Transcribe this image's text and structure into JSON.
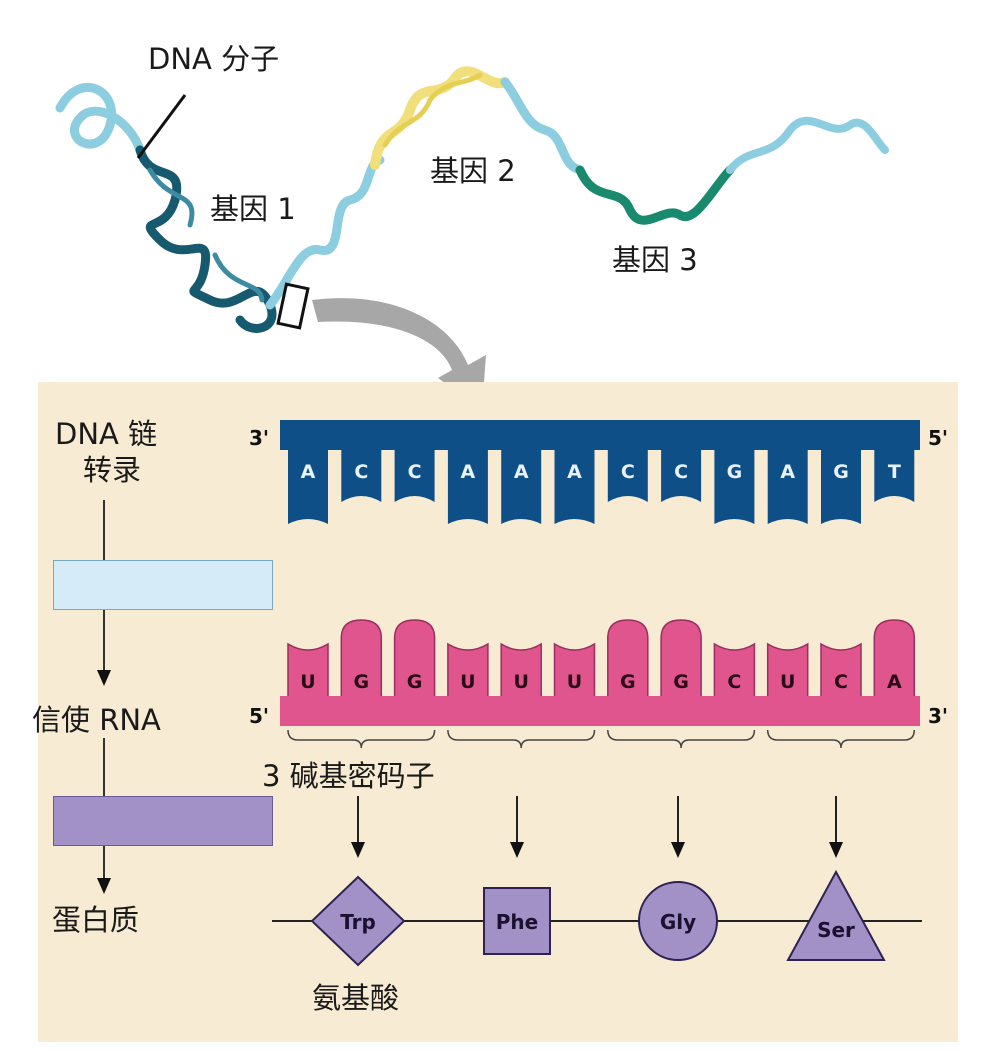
{
  "top_labels": {
    "dna_molecule": "DNA 分子",
    "gene1": "基因 1",
    "gene2": "基因 2",
    "gene3": "基因 3"
  },
  "flow_labels": {
    "dna_strand": "DNA 链",
    "transcription": "转录",
    "mrna": "信使 RNA",
    "protein": "蛋白质"
  },
  "dna_strand": {
    "left_end": "3'",
    "right_end": "5'",
    "bases": [
      "A",
      "C",
      "C",
      "A",
      "A",
      "A",
      "C",
      "C",
      "G",
      "A",
      "G",
      "T"
    ]
  },
  "mrna_strand": {
    "left_end": "5'",
    "right_end": "3'",
    "bases": [
      "U",
      "G",
      "G",
      "U",
      "U",
      "U",
      "G",
      "G",
      "C",
      "U",
      "C",
      "A"
    ]
  },
  "codon_label": "3 碱基密码子",
  "amino_acid_label": "氨基酸",
  "amino_acids": [
    {
      "name": "Trp",
      "shape": "diamond"
    },
    {
      "name": "Phe",
      "shape": "square"
    },
    {
      "name": "Gly",
      "shape": "circle"
    },
    {
      "name": "Ser",
      "shape": "triangle"
    }
  ],
  "colors": {
    "dna_dark": "#0f4f88",
    "mrna_pink": "#e0558e",
    "amino_purple": "#a291c7",
    "panel_bg": "#f7ecd3",
    "helix_light": "#8ccde0",
    "helix_dark": "#17596f",
    "helix_yellow": "#f0df7a",
    "helix_green": "#1a8a6e"
  }
}
